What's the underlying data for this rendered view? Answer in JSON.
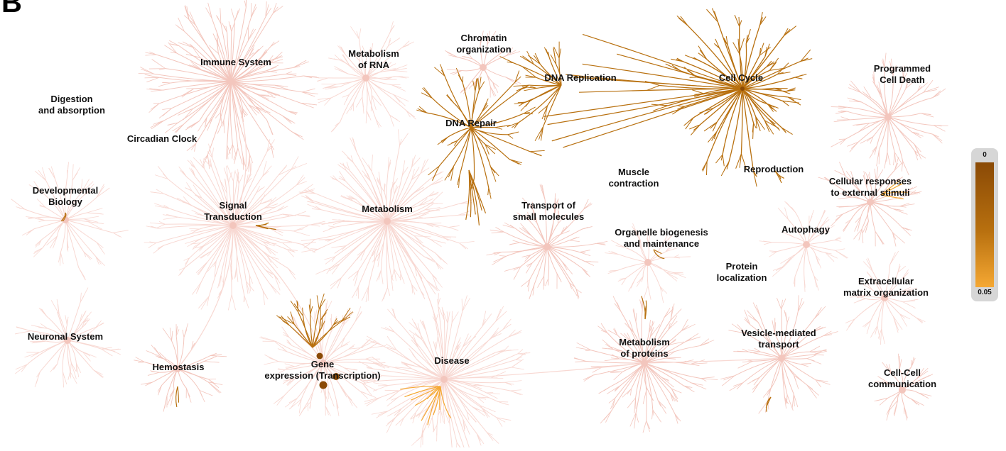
{
  "panel_letter": "B",
  "colors": {
    "faint": "#f8d8d2",
    "faint_dark": "#f3c6bd",
    "accent_dark": "#8a4a06",
    "accent": "#b8700f",
    "accent_light": "#f5a833"
  },
  "legend": {
    "top": "0",
    "bottom": "0.05"
  },
  "pathways": {
    "immune_system": "Immune System",
    "metabolism_of_rna": "Metabolism\nof RNA",
    "chromatin_organization": "Chromatin\norganization",
    "dna_replication": "DNA Replication",
    "cell_cycle": "Cell Cycle",
    "programmed_cell_death": "Programmed\nCell Death",
    "digestion": "Digestion\nand absorption",
    "circadian_clock": "Circadian Clock",
    "dna_repair": "DNA Repair",
    "developmental_biology": "Developmental\nBiology",
    "signal_transduction": "Signal\nTransduction",
    "metabolism": "Metabolism",
    "transport_small_molecules": "Transport of\nsmall molecules",
    "muscle_contraction": "Muscle\ncontraction",
    "reproduction": "Reproduction",
    "cellular_responses": "Cellular responses\nto external stimuli",
    "organelle_biogenesis": "Organelle biogenesis\nand maintenance",
    "autophagy": "Autophagy",
    "protein_localization": "Protein\nlocalization",
    "extracellular_matrix": "Extracellular\nmatrix organization",
    "neuronal_system": "Neuronal System",
    "hemostasis": "Hemostasis",
    "gene_expression": "Gene\nexpression (Transcription)",
    "disease": "Disease",
    "metabolism_of_proteins": "Metabolism\nof proteins",
    "vesicle_mediated": "Vesicle-mediated\ntransport",
    "cell_cell_communication": "Cell-Cell\ncommunication"
  }
}
